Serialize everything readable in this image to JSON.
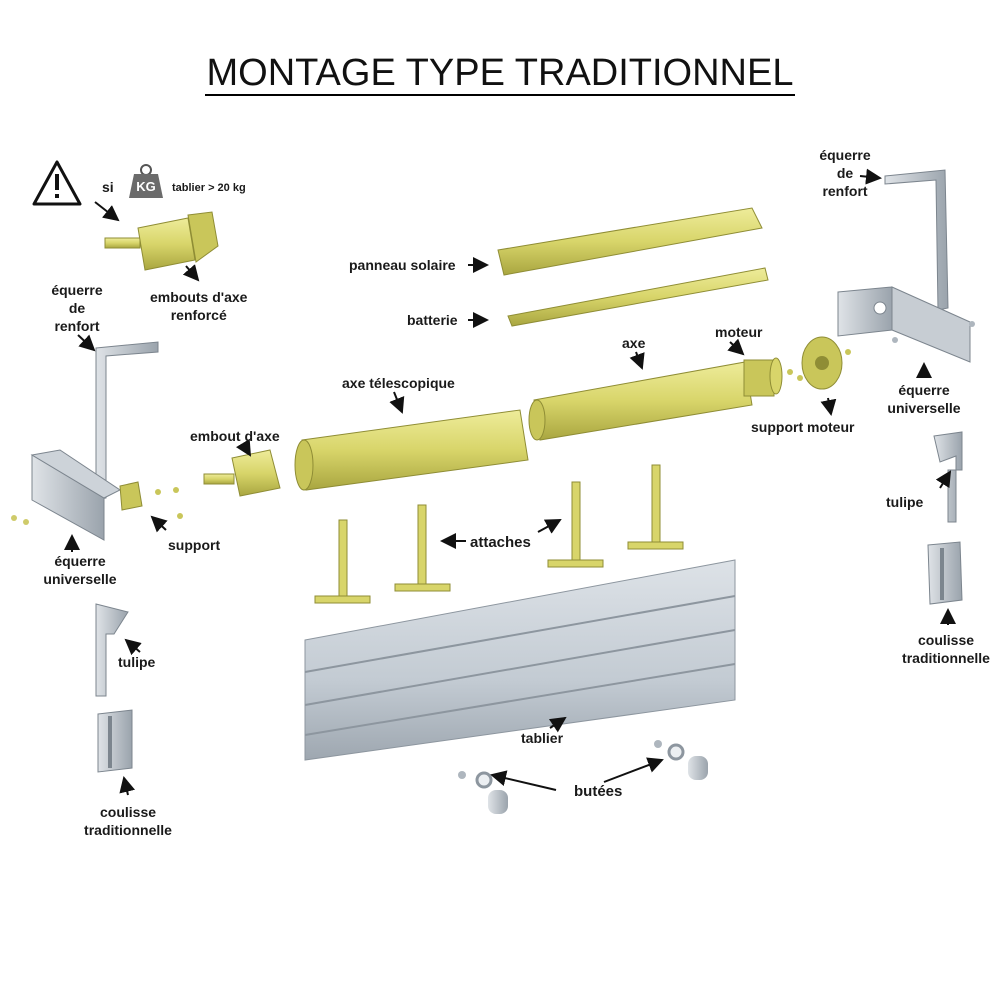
{
  "title": "MONTAGE TYPE TRADITIONNEL",
  "warning": {
    "si": "si",
    "weight_badge": "KG",
    "condition": "tablier > 20 kg"
  },
  "labels": {
    "embouts_axe_renforce": [
      "embouts d'axe",
      "renforcé"
    ],
    "equerre_renfort_left": [
      "équerre",
      "de",
      "renfort"
    ],
    "equerre_renfort_right": [
      "équerre",
      "de",
      "renfort"
    ],
    "panneau_solaire": "panneau solaire",
    "batterie": "batterie",
    "axe": "axe",
    "moteur": "moteur",
    "axe_telescopique": "axe télescopique",
    "embout_axe": "embout d'axe",
    "support_moteur": "support moteur",
    "equerre_universelle_right": [
      "équerre",
      "universelle"
    ],
    "equerre_universelle_left": [
      "équerre",
      "universelle"
    ],
    "support": "support",
    "attaches": "attaches",
    "tulipe_right": "tulipe",
    "tulipe_left": "tulipe",
    "coulisse_right": [
      "coulisse",
      "traditionnelle"
    ],
    "coulisse_left": [
      "coulisse",
      "traditionnelle"
    ],
    "tablier": "tablier",
    "butees": "butées"
  },
  "colors": {
    "part_yellow": "#d8d56a",
    "part_yellow_dark": "#a9a640",
    "metal": "#b9c0c7",
    "metal_dark": "#8a939c",
    "apron": "#c3cbd3"
  }
}
